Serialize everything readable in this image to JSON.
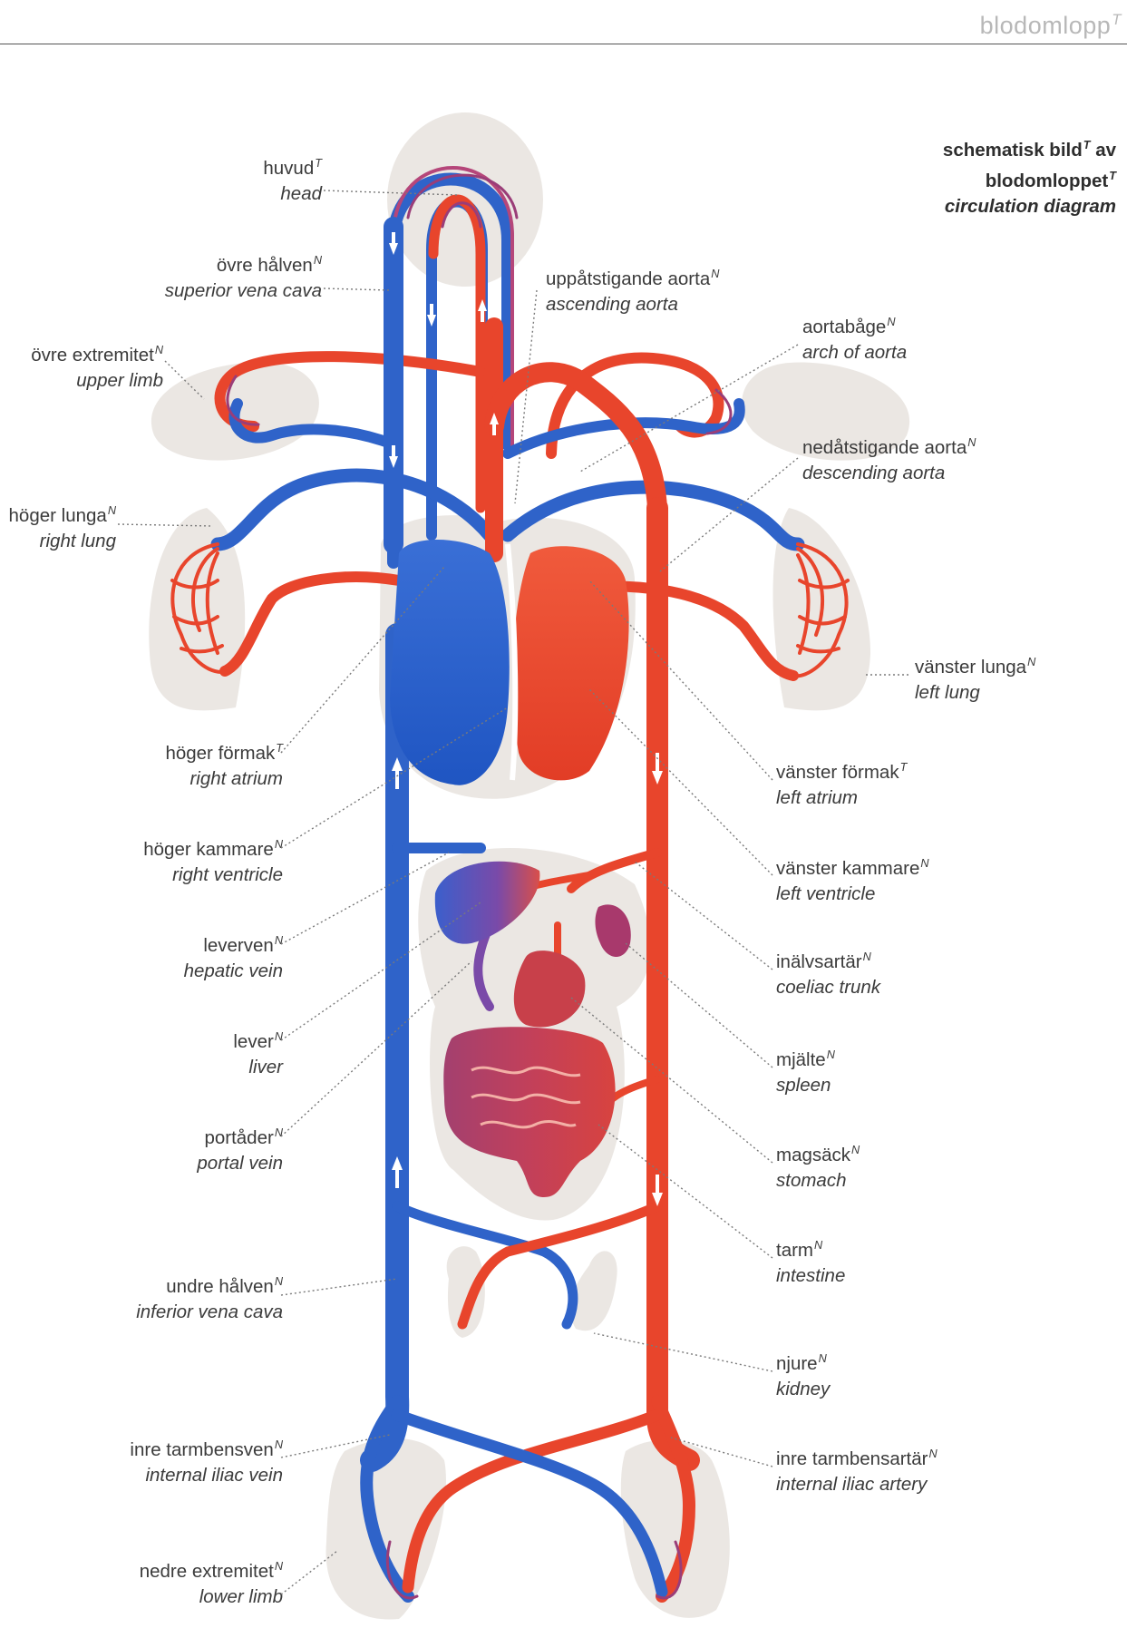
{
  "header": {
    "section_word": "blodomlopp",
    "section_sup": "T"
  },
  "title": {
    "line1": "schematisk bild",
    "line1_sup": "T",
    "line1_tail": " av",
    "line2": "blodomloppet",
    "line2_sup": "T",
    "line3": "circulation diagram"
  },
  "labels": {
    "head": {
      "sv": "huvud",
      "sup": "T",
      "en": "head"
    },
    "superior_vena_cava": {
      "sv": "övre hålven",
      "sup": "N",
      "en": "superior vena cava"
    },
    "upper_limb": {
      "sv": "övre extremitet",
      "sup": "N",
      "en": "upper limb"
    },
    "right_lung": {
      "sv": "höger lunga",
      "sup": "N",
      "en": "right lung"
    },
    "right_atrium": {
      "sv": "höger förmak",
      "sup": "T",
      "en": "right atrium"
    },
    "right_ventricle": {
      "sv": "höger kammare",
      "sup": "N",
      "en": "right ventricle"
    },
    "hepatic_vein": {
      "sv": "leverven",
      "sup": "N",
      "en": "hepatic vein"
    },
    "liver": {
      "sv": "lever",
      "sup": "N",
      "en": "liver"
    },
    "portal_vein": {
      "sv": "portåder",
      "sup": "N",
      "en": "portal vein"
    },
    "inferior_vena_cava": {
      "sv": "undre hålven",
      "sup": "N",
      "en": "inferior vena cava"
    },
    "internal_iliac_vein": {
      "sv": "inre tarmbensven",
      "sup": "N",
      "en": "internal iliac vein"
    },
    "lower_limb": {
      "sv": "nedre extremitet",
      "sup": "N",
      "en": "lower limb"
    },
    "ascending_aorta": {
      "sv": "uppåtstigande aorta",
      "sup": "N",
      "en": "ascending aorta"
    },
    "arch_of_aorta": {
      "sv": "aortabåge",
      "sup": "N",
      "en": "arch of aorta"
    },
    "descending_aorta": {
      "sv": "nedåtstigande aorta",
      "sup": "N",
      "en": "descending aorta"
    },
    "left_lung": {
      "sv": "vänster lunga",
      "sup": "N",
      "en": "left lung"
    },
    "left_atrium": {
      "sv": "vänster förmak",
      "sup": "T",
      "en": "left atrium"
    },
    "left_ventricle": {
      "sv": "vänster kammare",
      "sup": "N",
      "en": "left ventricle"
    },
    "coeliac_trunk": {
      "sv": "inälvsartär",
      "sup": "N",
      "en": "coeliac trunk"
    },
    "spleen": {
      "sv": "mjälte",
      "sup": "N",
      "en": "spleen"
    },
    "stomach": {
      "sv": "magsäck",
      "sup": "N",
      "en": "stomach"
    },
    "intestine": {
      "sv": "tarm",
      "sup": "N",
      "en": "intestine"
    },
    "kidney": {
      "sv": "njure",
      "sup": "N",
      "en": "kidney"
    },
    "internal_iliac_artery": {
      "sv": "inre tarmbensartär",
      "sup": "N",
      "en": "internal iliac artery"
    }
  },
  "colors": {
    "vein_blue": "#2f63c9",
    "artery_red": "#e8452c",
    "organ_halo": "#ebe7e3",
    "mixed_purple": "#9a3d78",
    "leader_line": "#7a7a7a"
  }
}
